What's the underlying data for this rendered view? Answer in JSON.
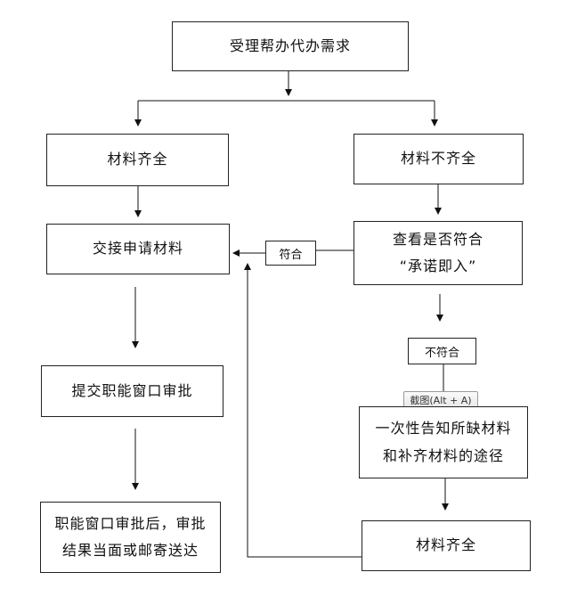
{
  "nodes": {
    "accept_request": "受理帮办代办需求",
    "complete_left": "材料齐全",
    "incomplete": "材料不齐全",
    "handover": "交接申请材料",
    "check_commit_line1": "查看是否符合",
    "check_commit_line2": "“承诺即入”",
    "submit_window": "提交职能窗口审批",
    "notify_line1": "一次性告知所缺材料",
    "notify_line2": "和补齐材料的途径",
    "result_line1": "职能窗口审批后，审批",
    "result_line2": "结果当面或邮寄送达",
    "complete_bottom": "材料齐全"
  },
  "labels": {
    "match": "符合",
    "no_match": "不符合"
  },
  "tooltip": "截图(Alt + A)"
}
